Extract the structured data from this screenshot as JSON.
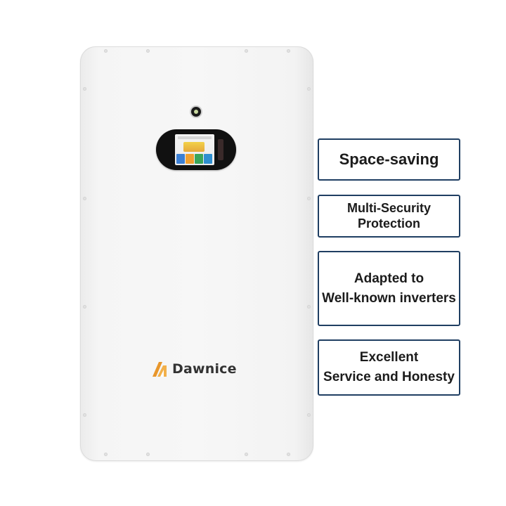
{
  "product": {
    "brand_name": "Dawnice",
    "logo_icon": "dawnice-logo-icon",
    "colors": {
      "body": "#f5f5f5",
      "logo_orange": "#e8962b",
      "feature_border": "#1f3e62"
    }
  },
  "features": [
    {
      "line1": "Space-saving",
      "line2": ""
    },
    {
      "line1": "Multi-Security",
      "line2": "Protection"
    },
    {
      "line1": "Adapted to",
      "line2": "Well-known inverters"
    },
    {
      "line1": "Excellent",
      "line2": "Service and Honesty"
    }
  ]
}
